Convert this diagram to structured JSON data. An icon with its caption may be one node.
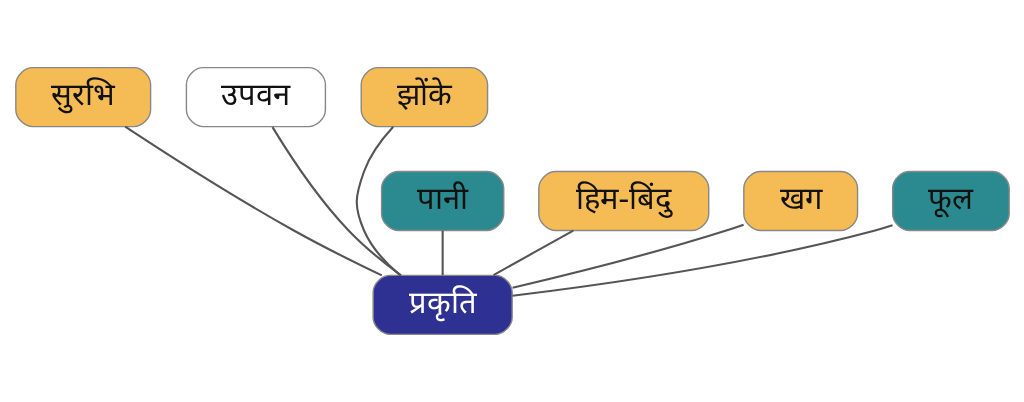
{
  "diagram": {
    "nodes": [
      {
        "text": [
          "सुरभि"
        ]
      },
      {
        "text": [
          "उपवन"
        ]
      },
      {
        "text": [
          "झोंके"
        ]
      },
      {
        "text": [
          "पानी"
        ]
      },
      {
        "text": [
          "हिम-बिंदु"
        ]
      },
      {
        "text": [
          "खग"
        ]
      },
      {
        "text": [
          "फूल"
        ]
      },
      {
        "text": [
          "प्रकृति"
        ]
      }
    ],
    "edges": [
      {
        "from": 3,
        "to": 7,
        "arrow": "none"
      },
      {
        "from": 4,
        "to": 7,
        "arrow": "none"
      },
      {
        "from": 0,
        "to": 7,
        "arrow": "none"
      },
      {
        "from": 1,
        "to": 7,
        "arrow": "none"
      },
      {
        "from": 5,
        "to": 7,
        "arrow": "none"
      },
      {
        "from": 2,
        "to": 7,
        "arrow": "none"
      },
      {
        "from": 6,
        "to": 7,
        "arrow": "none"
      }
    ]
  }
}
